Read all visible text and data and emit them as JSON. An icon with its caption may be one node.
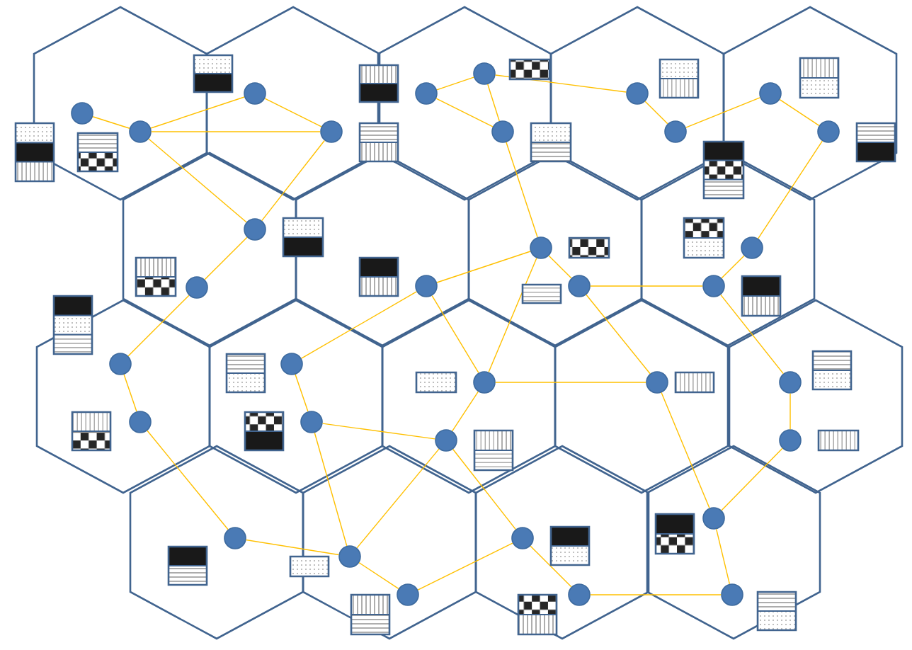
{
  "diagram": {
    "nodes": [
      {
        "text": [],
        "shape": "circle"
      },
      {
        "text": [],
        "shape": "circle"
      },
      {
        "text": [],
        "shape": "circle"
      },
      {
        "text": [],
        "shape": "circle"
      },
      {
        "text": [],
        "shape": "circle"
      },
      {
        "text": [],
        "shape": "circle"
      },
      {
        "text": [],
        "shape": "circle"
      },
      {
        "text": [],
        "shape": "circle"
      },
      {
        "text": [],
        "shape": "circle"
      },
      {
        "text": [],
        "shape": "circle"
      },
      {
        "text": [],
        "shape": "circle"
      },
      {
        "text": [],
        "shape": "circle"
      },
      {
        "text": [],
        "shape": "circle"
      },
      {
        "text": [],
        "shape": "circle"
      },
      {
        "text": [],
        "shape": "circle"
      },
      {
        "text": [],
        "shape": "circle"
      },
      {
        "text": [],
        "shape": "circle"
      },
      {
        "text": [],
        "shape": "circle"
      },
      {
        "text": [],
        "shape": "circle"
      },
      {
        "text": [],
        "shape": "circle"
      },
      {
        "text": [],
        "shape": "circle"
      },
      {
        "text": [],
        "shape": "circle"
      },
      {
        "text": [],
        "shape": "circle"
      },
      {
        "text": [],
        "shape": "circle"
      },
      {
        "text": [],
        "shape": "circle"
      },
      {
        "text": [],
        "shape": "circle"
      },
      {
        "text": [],
        "shape": "circle"
      },
      {
        "text": [],
        "shape": "circle"
      },
      {
        "text": [],
        "shape": "circle"
      },
      {
        "text": [],
        "shape": "circle"
      },
      {
        "text": [],
        "shape": "circle"
      },
      {
        "text": [],
        "shape": "circle"
      },
      {
        "text": [],
        "shape": "circle"
      },
      {
        "text": [],
        "shape": "circle"
      }
    ],
    "edges": [
      {
        "from": 0,
        "to": 1,
        "arrow": "none"
      },
      {
        "from": 1,
        "to": 2,
        "arrow": "none"
      },
      {
        "from": 1,
        "to": 3,
        "arrow": "none"
      },
      {
        "from": 2,
        "to": 3,
        "arrow": "none"
      },
      {
        "from": 1,
        "to": 4,
        "arrow": "none"
      },
      {
        "from": 3,
        "to": 4,
        "arrow": "none"
      },
      {
        "from": 4,
        "to": 5,
        "arrow": "none"
      },
      {
        "from": 6,
        "to": 7,
        "arrow": "none"
      },
      {
        "from": 6,
        "to": 8,
        "arrow": "none"
      },
      {
        "from": 7,
        "to": 8,
        "arrow": "none"
      },
      {
        "from": 7,
        "to": 9,
        "arrow": "none"
      },
      {
        "from": 9,
        "to": 10,
        "arrow": "none"
      },
      {
        "from": 10,
        "to": 11,
        "arrow": "none"
      },
      {
        "from": 11,
        "to": 12,
        "arrow": "none"
      },
      {
        "from": 12,
        "to": 16,
        "arrow": "none"
      },
      {
        "from": 8,
        "to": 13,
        "arrow": "none"
      },
      {
        "from": 13,
        "to": 17,
        "arrow": "none"
      },
      {
        "from": 13,
        "to": 14,
        "arrow": "none"
      },
      {
        "from": 13,
        "to": 22,
        "arrow": "none"
      },
      {
        "from": 14,
        "to": 15,
        "arrow": "none"
      },
      {
        "from": 15,
        "to": 16,
        "arrow": "none"
      },
      {
        "from": 14,
        "to": 24,
        "arrow": "none"
      },
      {
        "from": 15,
        "to": 25,
        "arrow": "none"
      },
      {
        "from": 17,
        "to": 20,
        "arrow": "none"
      },
      {
        "from": 17,
        "to": 22,
        "arrow": "none"
      },
      {
        "from": 5,
        "to": 18,
        "arrow": "none"
      },
      {
        "from": 18,
        "to": 19,
        "arrow": "none"
      },
      {
        "from": 19,
        "to": 27,
        "arrow": "none"
      },
      {
        "from": 20,
        "to": 21,
        "arrow": "none"
      },
      {
        "from": 21,
        "to": 28,
        "arrow": "none"
      },
      {
        "from": 21,
        "to": 23,
        "arrow": "none"
      },
      {
        "from": 22,
        "to": 24,
        "arrow": "none"
      },
      {
        "from": 22,
        "to": 23,
        "arrow": "none"
      },
      {
        "from": 23,
        "to": 28,
        "arrow": "none"
      },
      {
        "from": 23,
        "to": 30,
        "arrow": "none"
      },
      {
        "from": 30,
        "to": 31,
        "arrow": "none"
      },
      {
        "from": 25,
        "to": 26,
        "arrow": "none"
      },
      {
        "from": 24,
        "to": 32,
        "arrow": "none"
      },
      {
        "from": 26,
        "to": 32,
        "arrow": "none"
      },
      {
        "from": 27,
        "to": 28,
        "arrow": "none"
      },
      {
        "from": 28,
        "to": 29,
        "arrow": "none"
      },
      {
        "from": 29,
        "to": 30,
        "arrow": "none"
      },
      {
        "from": 31,
        "to": 33,
        "arrow": "none"
      },
      {
        "from": 32,
        "to": 33,
        "arrow": "none"
      }
    ]
  }
}
